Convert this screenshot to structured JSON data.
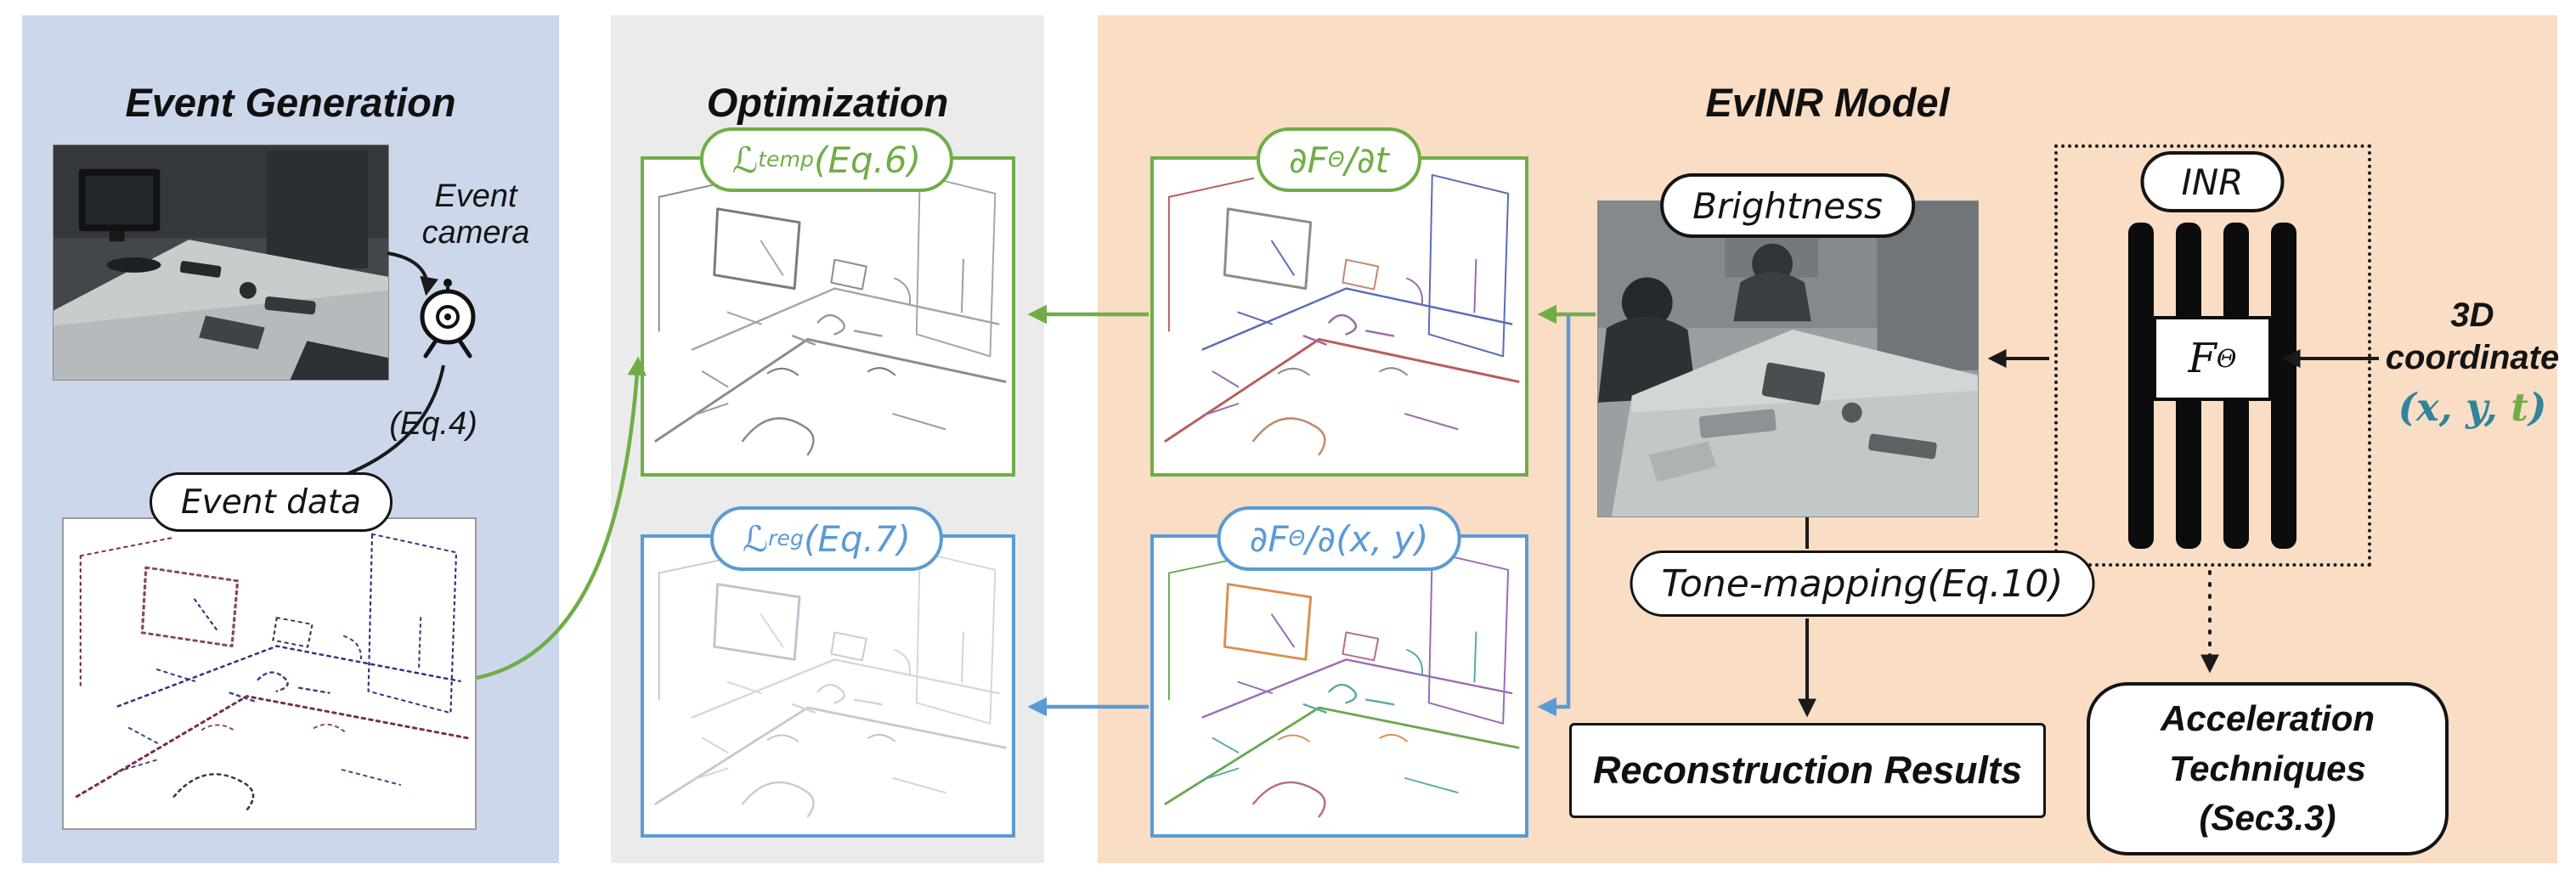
{
  "colors": {
    "green": "#70ad47",
    "blue": "#5b9bd5",
    "teal": "#31849b",
    "black": "#141414",
    "panel_event": "#cdd7ec",
    "panel_opt": "#ebebeb",
    "panel_evinr": "#f9ddc5"
  },
  "panels": {
    "event_generation": {
      "title": "Event Generation"
    },
    "optimization": {
      "title": "Optimization"
    },
    "evinr": {
      "title": "EvINR Model"
    }
  },
  "event_generation": {
    "camera_label": {
      "line1": "Event",
      "line2": "camera"
    },
    "camera_icon": "webcam-icon",
    "eq4_label": "(Eq.4)",
    "event_data_label": "Event data"
  },
  "optimization": {
    "loss_temp": {
      "symbol": "ℒ",
      "sub": "temp",
      "suffix": "(Eq.6)"
    },
    "loss_reg": {
      "symbol": "ℒ",
      "sub": "reg",
      "suffix": "(Eq.7)"
    }
  },
  "evinr": {
    "brightness_label": "Brightness",
    "dfdt": {
      "prefix": "∂F",
      "sub": "Θ",
      "suffix": "/∂t"
    },
    "dfdxy": {
      "prefix": "∂F",
      "sub": "Θ",
      "suffix": "/∂(x, y)"
    },
    "tone_mapping_label": "Tone-mapping(Eq.10)",
    "reconstruction_label": "Reconstruction Results",
    "inr_label": "INR",
    "f_theta": {
      "prefix": "F",
      "sub": "Θ"
    },
    "coordinate": {
      "line1": "3D",
      "line2": "coordinate",
      "open": "(",
      "x": "x",
      "sep1": ", ",
      "y": "y",
      "sep2": ", ",
      "t": "t",
      "close": ")"
    },
    "acceleration": {
      "line1": "Acceleration",
      "line2": "Techniques",
      "line3": "(Sec3.3)"
    }
  }
}
